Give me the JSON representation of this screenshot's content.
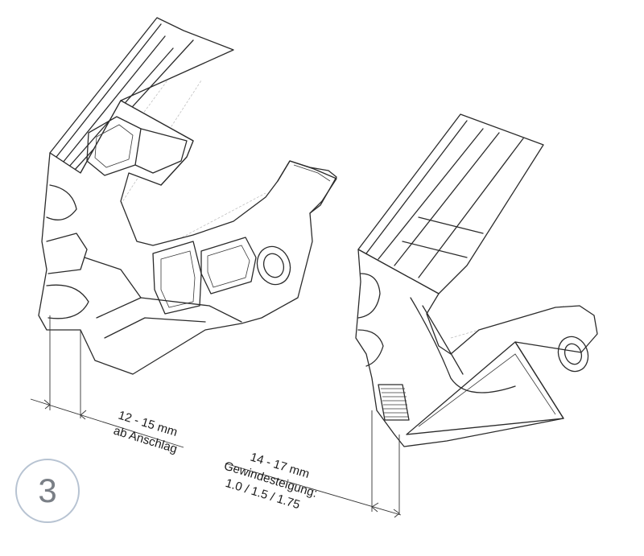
{
  "step_number": "3",
  "left_dimension": {
    "line1": "12 - 15 mm",
    "line2": "ab Anschlag"
  },
  "right_dimension": {
    "line1": "14 - 17 mm",
    "line2": "Gewindesteigung:",
    "line3": "1.0 / 1.5 / 1.75"
  }
}
